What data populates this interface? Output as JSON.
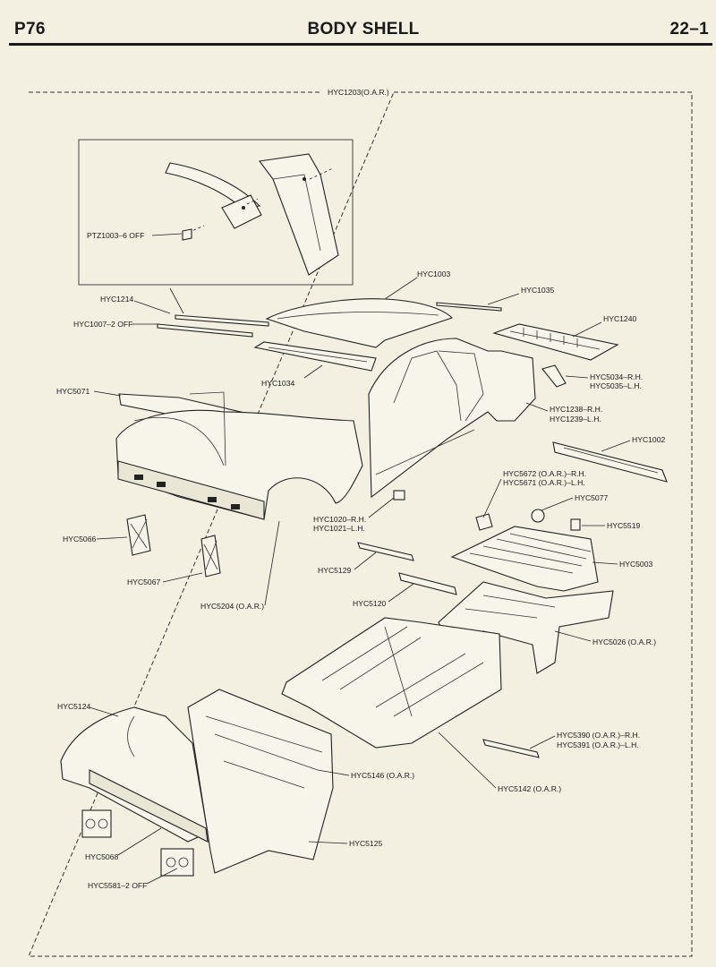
{
  "header": {
    "page": "P76",
    "title": "BODY SHELL",
    "section": "22–1"
  },
  "frame_label": "HYC1203(O.A.R.)",
  "callouts": {
    "ptz1003": "PTZ1003–6 OFF",
    "hyc1214": "HYC1214",
    "hyc1007": "HYC1007–2 OFF",
    "hyc1003": "HYC1003",
    "hyc1035": "HYC1035",
    "hyc1240": "HYC1240",
    "hyc1034": "HYC1034",
    "hyc5034": "HYC5034–R.H.",
    "hyc5035": "HYC5035–L.H.",
    "hyc5071": "HYC5071",
    "hyc1238": "HYC1238–R.H.",
    "hyc1239": "HYC1239–L.H.",
    "hyc1002": "HYC1002",
    "hyc5672": "HYC5672 (O.A.R.)–R.H.",
    "hyc5671": "HYC5671 (O.A.R.)–L.H.",
    "hyc5077": "HYC5077",
    "hyc1020": "HYC1020–R.H.",
    "hyc1021": "HYC1021–L.H.",
    "hyc5519": "HYC5519",
    "hyc5066": "HYC5066",
    "hyc5129": "HYC5129",
    "hyc5003": "HYC5003",
    "hyc5067": "HYC5067",
    "hyc5120": "HYC5120",
    "hyc5204": "HYC5204 (O.A.R.)",
    "hyc5026": "HYC5026 (O.A.R.)",
    "hyc5124": "HYC5124",
    "hyc5390": "HYC5390 (O.A.R.)–R.H.",
    "hyc5391": "HYC5391 (O.A.R.)–L.H.",
    "hyc5146": "HYC5146 (O.A.R.)",
    "hyc5142": "HYC5142 (O.A.R.)",
    "hyc5125": "HYC5125",
    "hyc5068": "HYC5068",
    "hyc5581": "HYC5581–2 OFF"
  }
}
